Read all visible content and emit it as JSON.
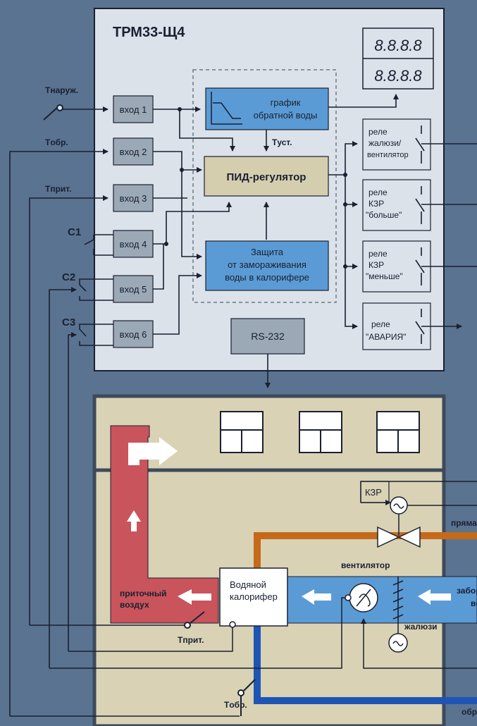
{
  "controller": {
    "title": "ТРМ33-Щ4",
    "display_top": "8.8.8.8",
    "display_bottom": "8.8.8.8",
    "inputs": [
      "вход 1",
      "вход 2",
      "вход 3",
      "вход 4",
      "вход 5",
      "вход 6"
    ],
    "t_outdoor": "Tнаруж.",
    "t_return": "Tобр.",
    "t_supply": "Tприт.",
    "contact_c1": "C1",
    "contact_c2": "C2",
    "contact_c3": "C3",
    "graph_line1": "график",
    "graph_line2": "обратной воды",
    "t_setpoint": "Tуст.",
    "pid": "ПИД-регулятор",
    "protection_line1": "Защита",
    "protection_line2": "от замораживания",
    "protection_line3": "воды в калорифере",
    "rs232": "RS-232",
    "relays": [
      {
        "l1": "реле",
        "l2": "жалюзи/",
        "l3": "вентилятор"
      },
      {
        "l1": "реле",
        "l2": "КЗР",
        "l3": "\"больше\""
      },
      {
        "l1": "реле",
        "l2": "КЗР",
        "l3": "\"меньше\""
      },
      {
        "l1": "реле",
        "l2": "\"АВАРИЯ\"",
        "l3": ""
      }
    ]
  },
  "plant": {
    "kzr": "КЗР",
    "direct_water": "прямая вода",
    "fan": "вентилятор",
    "heater_line1": "Водяной",
    "heater_line2": "калорифер",
    "supply_air_line1": "приточный",
    "supply_air_line2": "воздух",
    "intake_air_line1": "забор",
    "intake_air_line2": "воздуха",
    "louvers": "жалюзи",
    "t_supply": "Tприт.",
    "t_return": "Tобр.",
    "return_water": "обратная вода"
  },
  "colors": {
    "background": "#5a7391",
    "panel": "#dbe2ea",
    "blue_box": "#5b9bd5",
    "pid_box": "#d4ceae",
    "relay_box": "#dbe2ea",
    "gray_box": "#9ba8b5",
    "room": "#d9d2b5",
    "duct_blue": "#5b9bd5",
    "duct_red": "#c9545c",
    "pipe_orange": "#c56a1a",
    "pipe_blue": "#1e55b5"
  }
}
